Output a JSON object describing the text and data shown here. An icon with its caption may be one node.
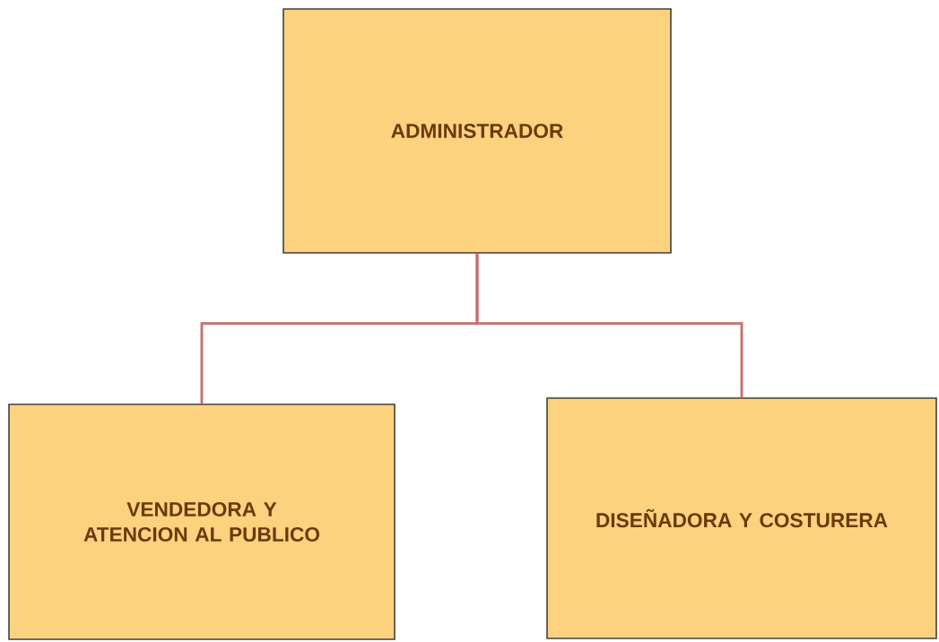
{
  "diagram": {
    "nodes": [
      {
        "text": [
          "ADMINISTRADOR"
        ]
      },
      {
        "text": [
          "VENDEDORA Y ATENCION AL PUBLICO"
        ]
      },
      {
        "text": [
          "DISEÑADORA Y COSTURERA"
        ]
      }
    ],
    "edges": [
      {
        "from": 0,
        "to": 1,
        "arrow": "none"
      },
      {
        "from": 0,
        "to": 2,
        "arrow": "none"
      }
    ]
  }
}
